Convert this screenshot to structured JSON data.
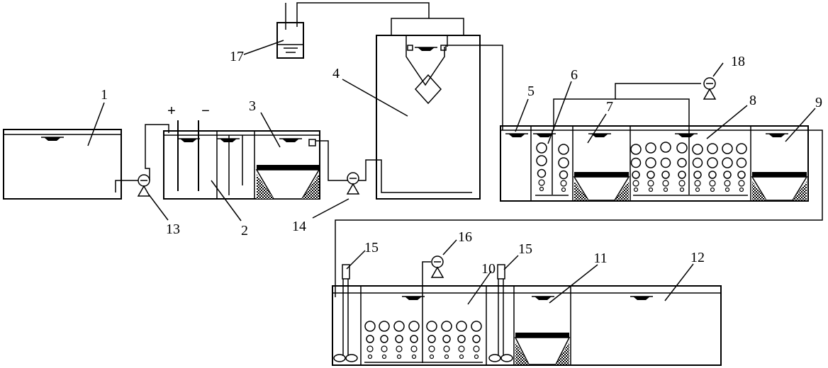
{
  "labels": {
    "l1": "1",
    "l2": "2",
    "l3": "3",
    "l4": "4",
    "l5": "5",
    "l6": "6",
    "l7": "7",
    "l8": "8",
    "l9": "9",
    "l10": "10",
    "l11": "11",
    "l12": "12",
    "l13": "13",
    "l14": "14",
    "l15a": "15",
    "l15b": "15",
    "l16": "16",
    "l17": "17",
    "l18": "18"
  },
  "electrodes": {
    "plus": "+",
    "minus": "−"
  }
}
